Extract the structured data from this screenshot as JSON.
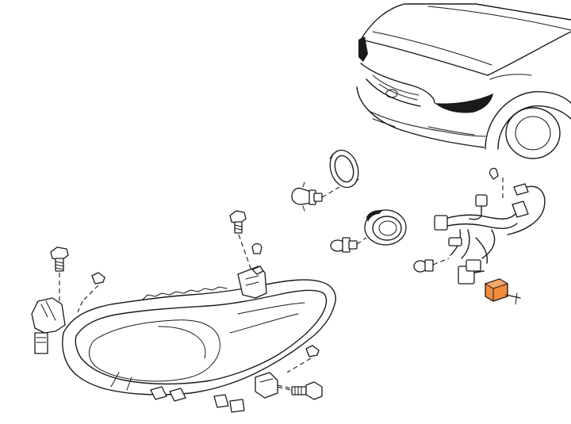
{
  "diagram": {
    "parts": [
      {
        "name": "vehicle-front"
      },
      {
        "name": "headlamp-assembly"
      },
      {
        "name": "dust-cover-ring"
      },
      {
        "name": "dust-cover-cap"
      },
      {
        "name": "headlamp-bulb"
      },
      {
        "name": "low-beam-bulb"
      },
      {
        "name": "wiring-harness"
      },
      {
        "name": "side-marker-bulb"
      },
      {
        "name": "connector-module",
        "highlighted": true
      },
      {
        "name": "mounting-bolt-top-left"
      },
      {
        "name": "mounting-bolt-top"
      },
      {
        "name": "mounting-bolt-bottom"
      }
    ],
    "colors": {
      "line": "#1a1a1a",
      "highlight": "#f28c3c",
      "background": "#ffffff"
    }
  }
}
